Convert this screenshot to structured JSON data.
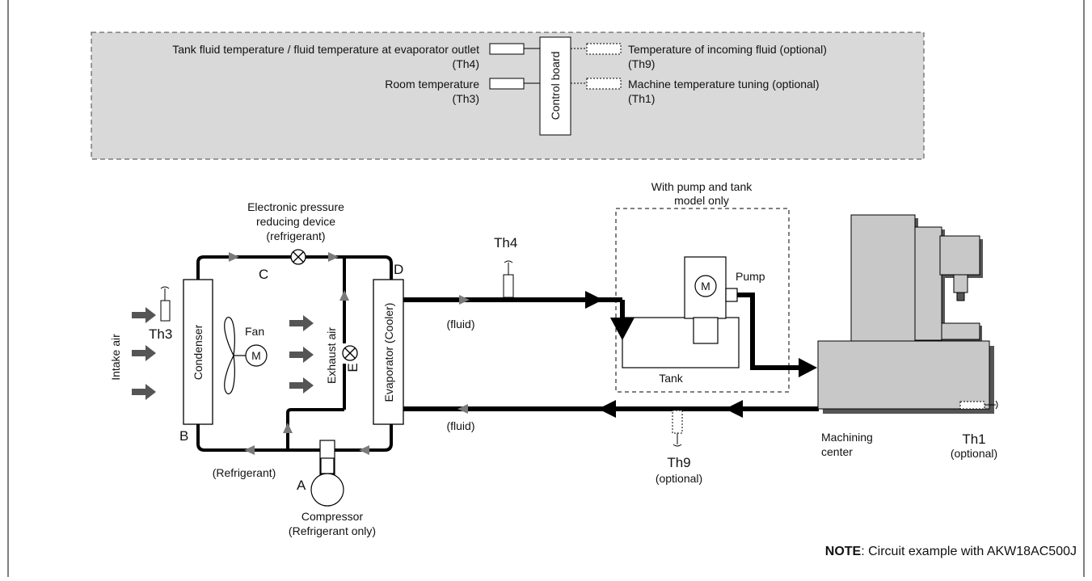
{
  "legend": {
    "th4_line1": "Tank fluid temperature / fluid temperature at evaporator outlet",
    "th4_line2": "(Th4)",
    "th3_line1": "Room temperature",
    "th3_line2": "(Th3)",
    "control_board": "Control board",
    "th9_line1": "Temperature of incoming fluid (optional)",
    "th9_line2": "(Th9)",
    "th1_line1": "Machine temperature tuning (optional)",
    "th1_line2": "(Th1)"
  },
  "circuit": {
    "epd_line1": "Electronic pressure",
    "epd_line2": "reducing device",
    "epd_line3": "(refrigerant)",
    "point_a": "A",
    "point_b": "B",
    "point_c": "C",
    "point_d": "D",
    "point_e": "E",
    "intake_air": "Intake air",
    "th3": "Th3",
    "condenser": "Condenser",
    "fan": "Fan",
    "motor": "M",
    "exhaust_air": "Exhaust air",
    "evaporator": "Evaporator (Cooler)",
    "refrigerant": "(Refrigerant)",
    "compressor_line1": "Compressor",
    "compressor_line2": "(Refrigerant only)",
    "fluid_top": "(fluid)",
    "fluid_bottom": "(fluid)",
    "th4": "Th4",
    "pump_tank_line1": "With pump and tank",
    "pump_tank_line2": "model only",
    "pump": "Pump",
    "pump_motor": "M",
    "tank": "Tank",
    "th9": "Th9",
    "th9_optional": "(optional)",
    "machining_line1": "Machining",
    "machining_line2": "center",
    "th1": "Th1",
    "th1_optional": "(optional)"
  },
  "note": {
    "bold": "NOTE",
    "text": ": Circuit example with AKW18AC500J"
  },
  "colors": {
    "legend_bg": "#d9d9d9",
    "pipe": "#000000",
    "arrow_gray": "#7a7a7a",
    "machine_gray": "#c8c8c8",
    "machine_shadow": "#555555"
  }
}
